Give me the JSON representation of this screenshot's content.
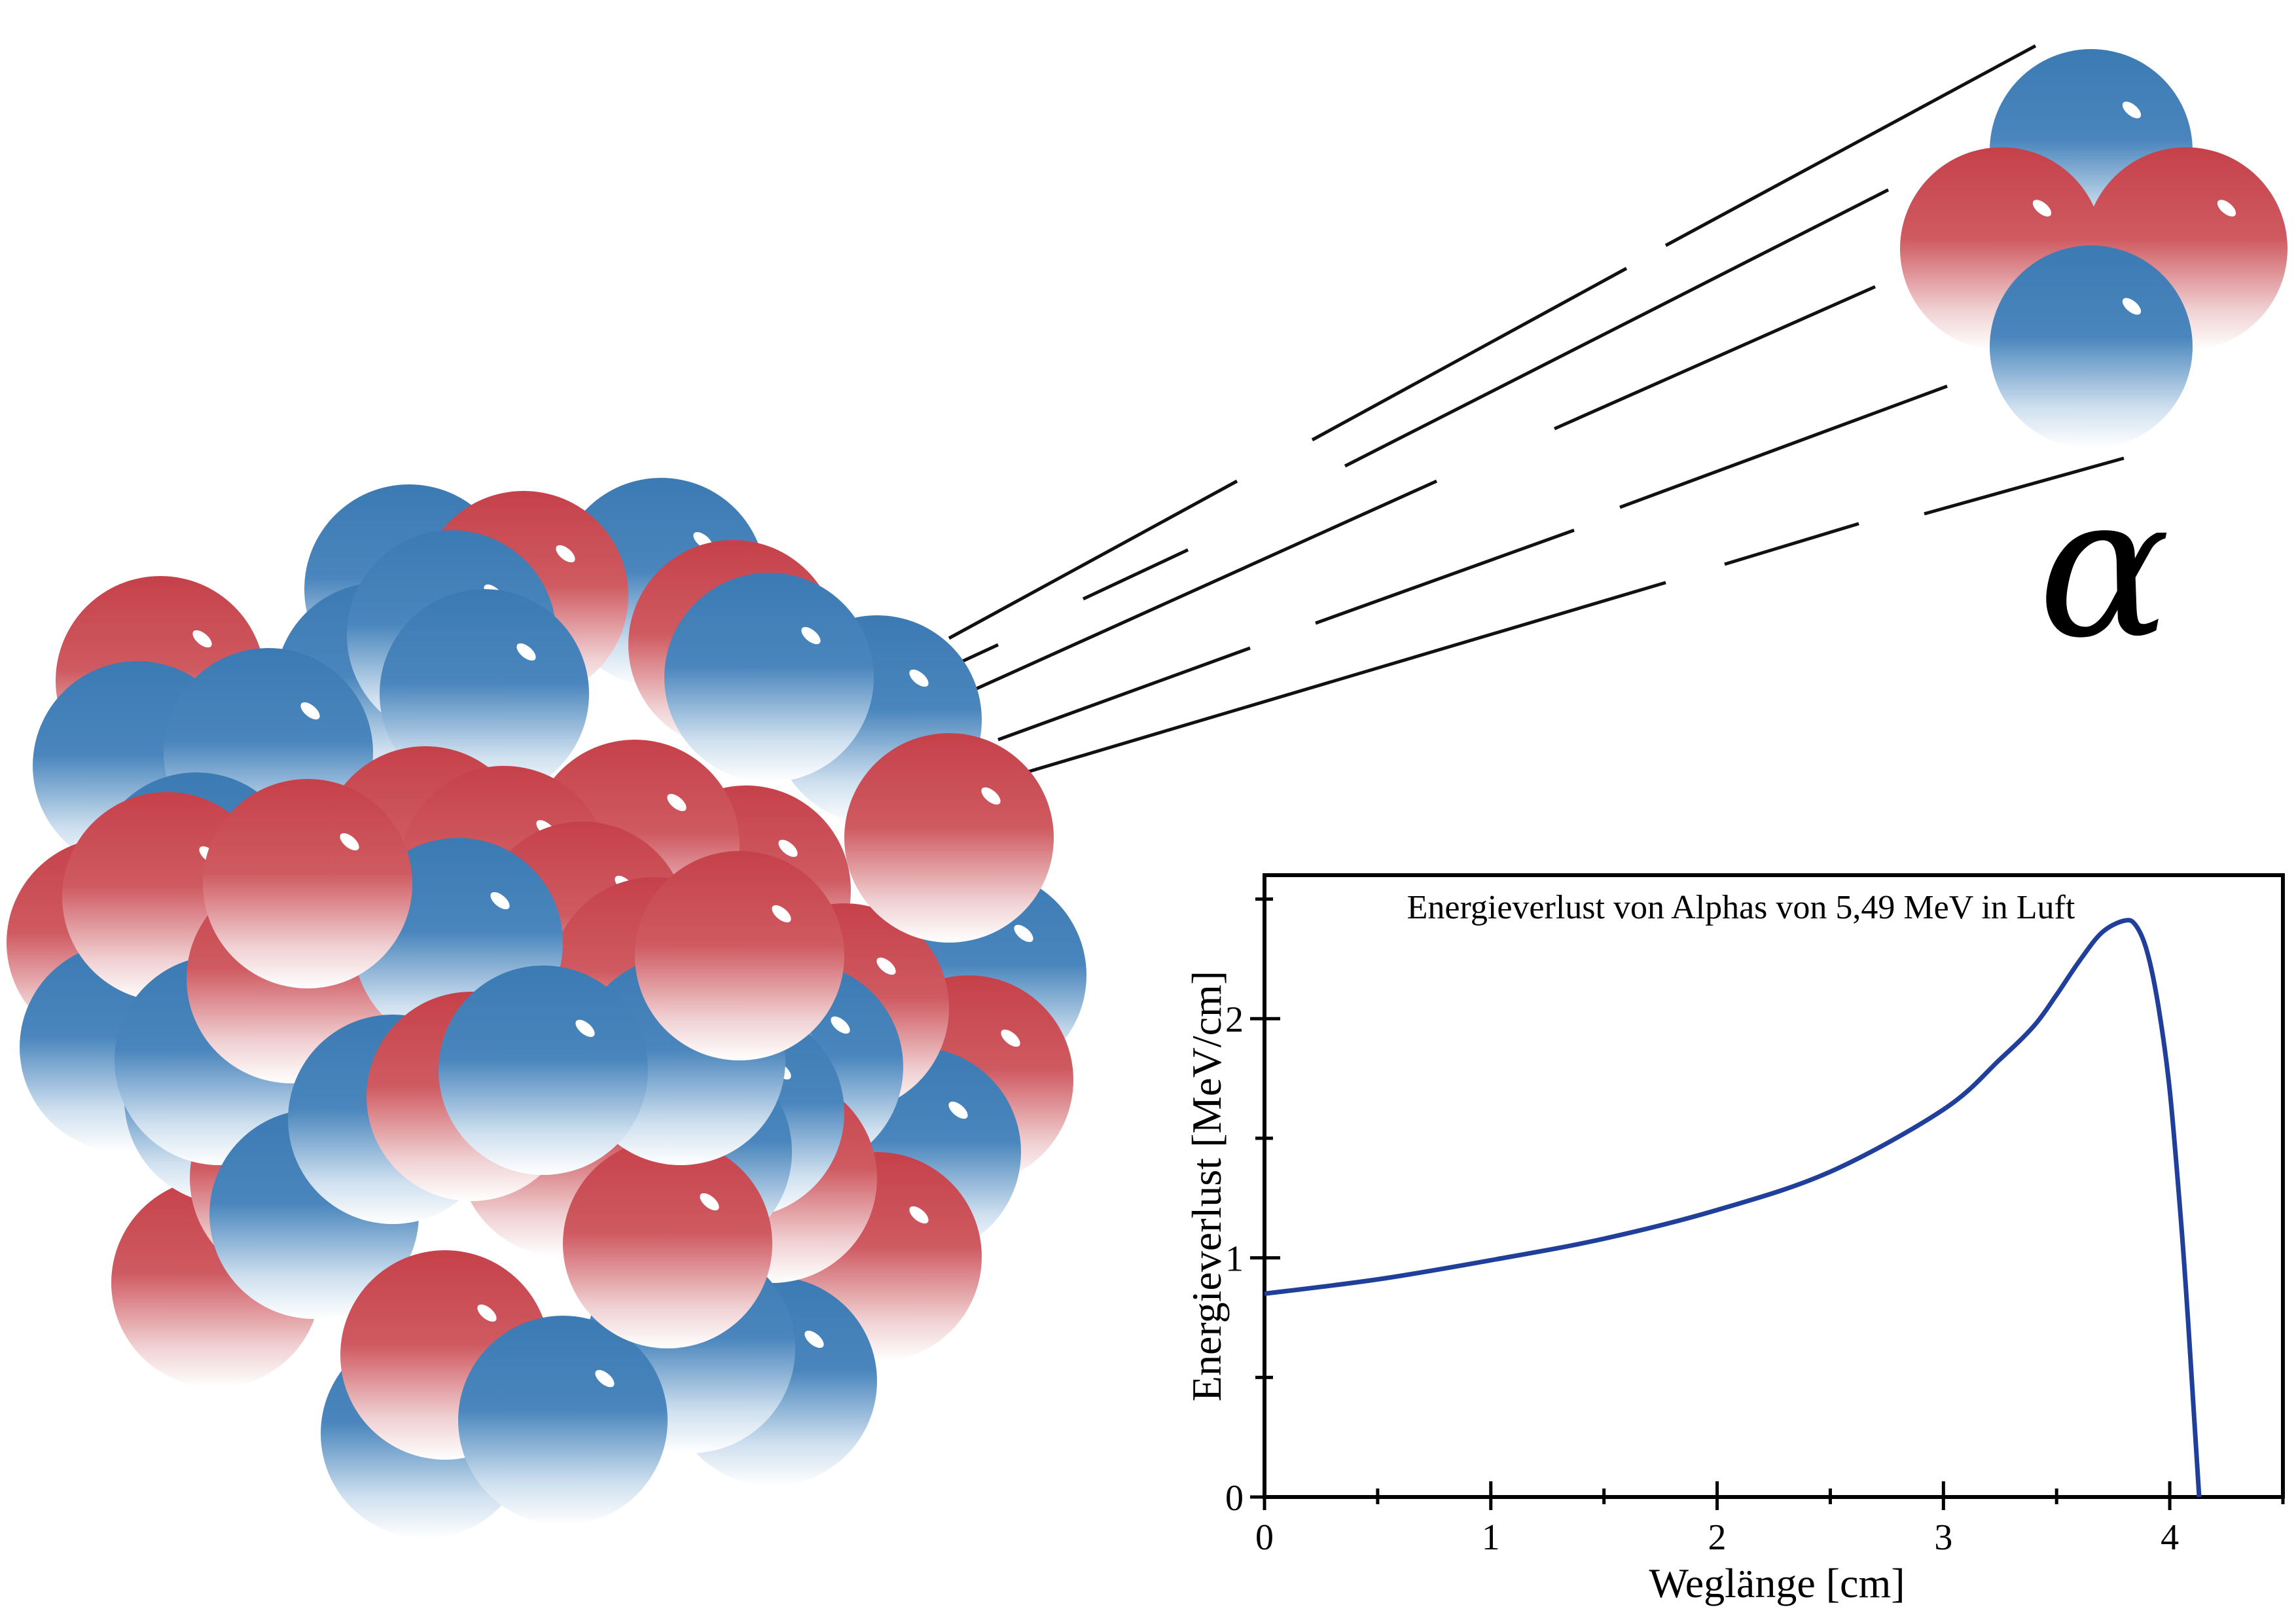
{
  "alpha_symbol": "α",
  "colors": {
    "proton": "#c9434b",
    "neutron": "#3f7fb5",
    "curve": "#1f3f9a",
    "trail": "#111111"
  },
  "nucleus": {
    "particle_kinds": [
      "neutron",
      "proton"
    ]
  },
  "alpha_particle": {
    "composition": [
      "neutron",
      "proton",
      "proton",
      "neutron"
    ]
  },
  "chart_data": {
    "type": "line",
    "title": "Energieverlust von Alphas von 5,49 MeV in Luft",
    "xlabel": "Weglänge [cm]",
    "ylabel": "Energieverlust [MeV/cm]",
    "xlim": [
      0,
      4.5
    ],
    "ylim": [
      0,
      2.6
    ],
    "x_ticks": [
      0,
      1,
      2,
      3,
      4
    ],
    "x_ticklabels": [
      "0",
      "1",
      "2",
      "3",
      "4"
    ],
    "x_minor_ticks": [
      0.5,
      1.5,
      2.5,
      3.5,
      4.5
    ],
    "y_ticks": [
      0,
      1,
      2
    ],
    "y_ticklabels": [
      "0",
      "1",
      "2"
    ],
    "y_minor_ticks": [
      0.5,
      1.5,
      2.5
    ],
    "grid": false,
    "series": [
      {
        "x": [
          0,
          0.5,
          1.0,
          1.5,
          2.0,
          2.5,
          3.0,
          3.25,
          3.4,
          3.5,
          3.6,
          3.7,
          3.8,
          3.85,
          3.9,
          3.95,
          4.0,
          4.05,
          4.08,
          4.1,
          4.12,
          4.13
        ],
        "y": [
          0.85,
          0.91,
          0.99,
          1.08,
          1.2,
          1.36,
          1.62,
          1.83,
          1.97,
          2.1,
          2.24,
          2.36,
          2.41,
          2.39,
          2.28,
          2.05,
          1.7,
          1.15,
          0.75,
          0.45,
          0.15,
          0.0
        ]
      }
    ]
  }
}
